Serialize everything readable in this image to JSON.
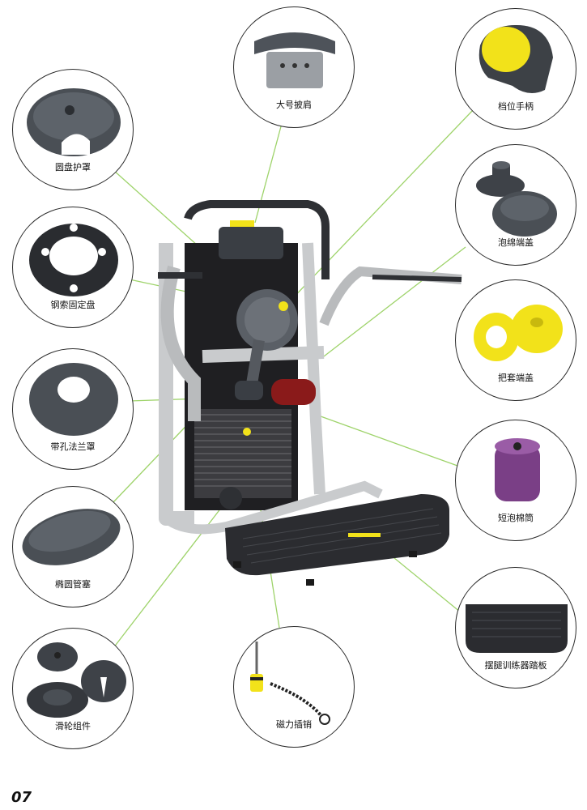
{
  "parts": [
    {
      "key": "round_disc_cover",
      "label": "圆盘护罩"
    },
    {
      "key": "large_shoulder_pad",
      "label": "大号披肩"
    },
    {
      "key": "position_handle",
      "label": "档位手柄"
    },
    {
      "key": "cable_fixing_disc",
      "label": "钢索固定盘"
    },
    {
      "key": "foam_end_cap",
      "label": "泡绵端盖"
    },
    {
      "key": "grip_end_cap",
      "label": "把套端盖"
    },
    {
      "key": "flanged_hole_cover",
      "label": "带孔法兰罩"
    },
    {
      "key": "short_foam_roller",
      "label": "短泡棉筒"
    },
    {
      "key": "oval_tube_plug",
      "label": "椭圆管塞"
    },
    {
      "key": "leg_trainer_footplate",
      "label": "摆腿训练器踏板"
    },
    {
      "key": "pulley_assembly",
      "label": "滑轮组件"
    },
    {
      "key": "magnetic_pin",
      "label": "磁力插销"
    }
  ],
  "page_number": "07",
  "colors": {
    "accent_yellow": "#f2e21a",
    "frame_silver": "#c9cbcd",
    "plastic_dark": "#4a4f55",
    "roller_red": "#8a1a1a",
    "foam_purple": "#7a3f86",
    "leader_green": "#9ed36a"
  }
}
